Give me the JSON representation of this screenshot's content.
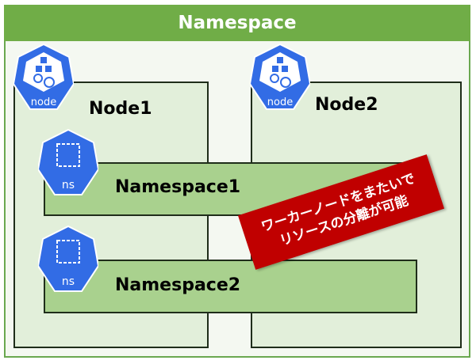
{
  "title": "Namespace",
  "nodes": [
    {
      "icon_label": "node",
      "label": "Node1"
    },
    {
      "icon_label": "node",
      "label": "Node2"
    }
  ],
  "namespaces": [
    {
      "icon_label": "ns",
      "label": "Namespace1"
    },
    {
      "icon_label": "ns",
      "label": "Namespace2"
    }
  ],
  "callout": {
    "line1": "ワーカーノードをまたいで",
    "line2": "リソースの分離が可能"
  },
  "colors": {
    "header": "#70ad47",
    "node_bg": "#e2efda",
    "ns_bg": "#a9d18e",
    "icon": "#326ce5",
    "callout": "#c00000"
  }
}
